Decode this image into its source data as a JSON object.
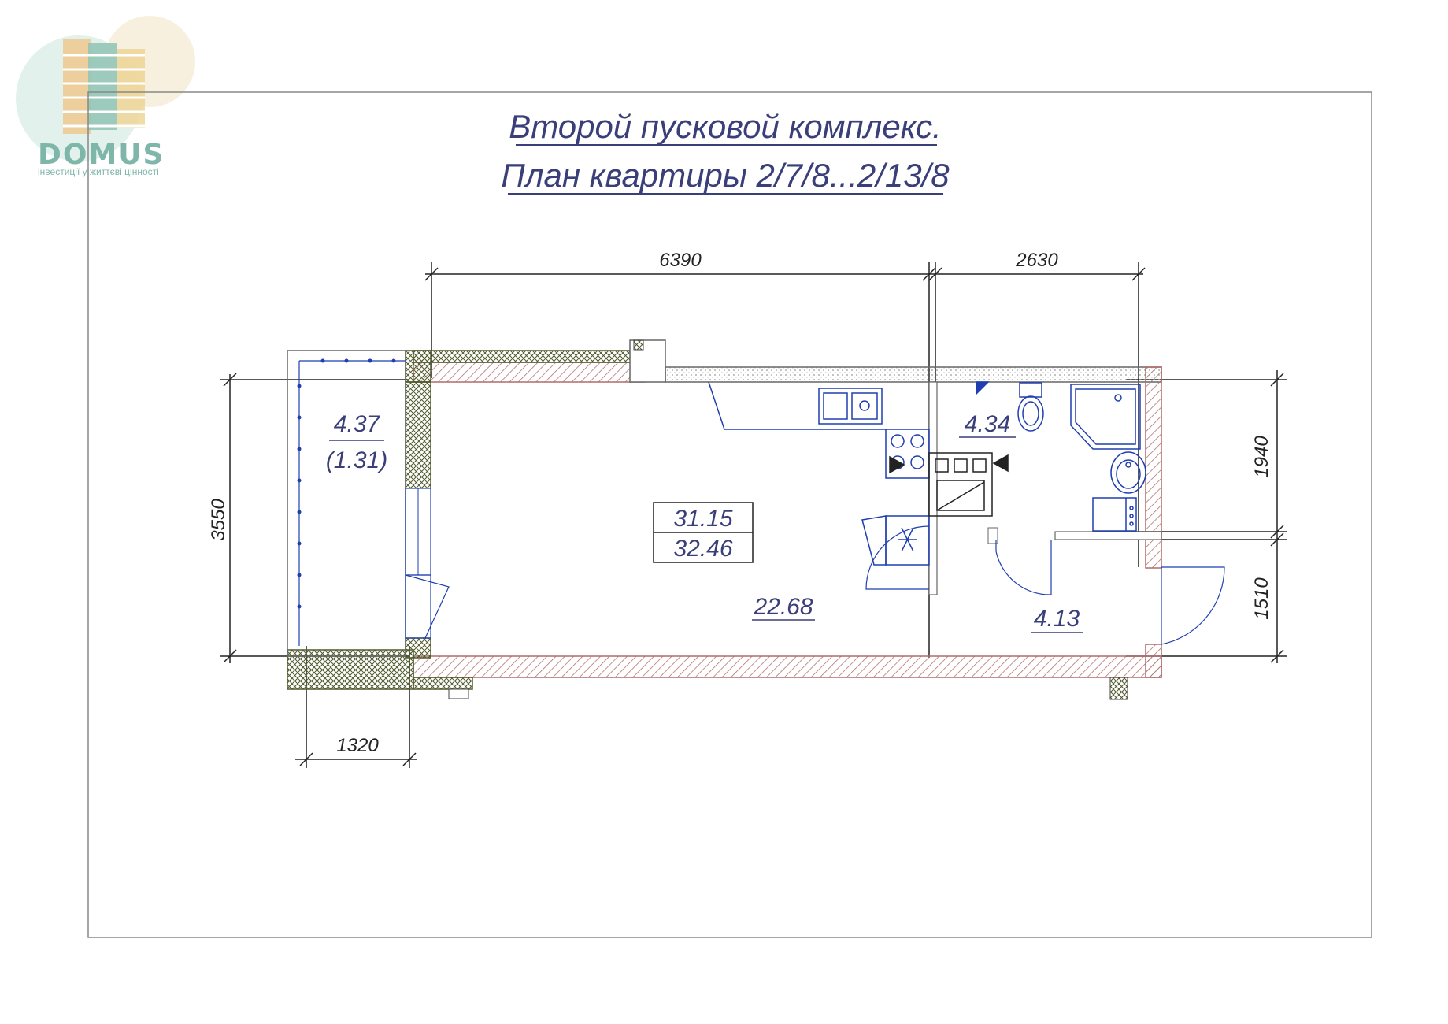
{
  "logo": {
    "name": "DOMUS",
    "tagline": "інвестиції у життєві цінності"
  },
  "title": {
    "line1": "Второй пусковой комплекс.",
    "line2": "План квартиры 2/7/8...2/13/8"
  },
  "dimensions": {
    "top_left": "6390",
    "top_right": "2630",
    "left": "3550",
    "right_upper": "1940",
    "right_lower": "1510",
    "bottom_balcony": "1320"
  },
  "rooms": {
    "balcony_area": "4.37",
    "balcony_area_reduced": "(1.31)",
    "living_area": "22.68",
    "bathroom_area": "4.34",
    "hall_area": "4.13",
    "total_living": "31.15",
    "total_overall": "32.46"
  },
  "colors": {
    "wall_hatch": "#b06a6a",
    "outer_wall": "#6b7a3a",
    "fixtures": "#1f3fb0",
    "text": "#3a3f7a",
    "logo": "#7fb6aa"
  }
}
